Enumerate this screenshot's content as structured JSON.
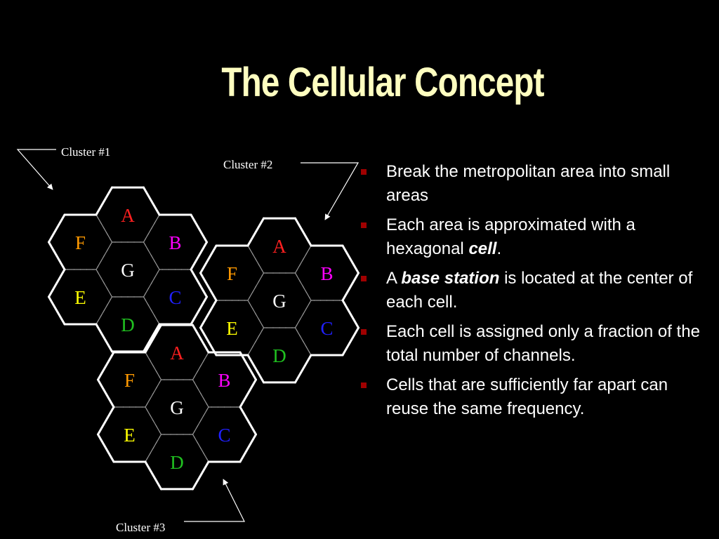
{
  "slide": {
    "title": "The Cellular Concept",
    "colors": {
      "background": "#000000",
      "title": "#ffffc0",
      "hex_edge": "#ffffff",
      "bullet_marker": "#a00000",
      "letter_A": "#ff2020",
      "letter_B": "#ff00ff",
      "letter_C": "#2020ff",
      "letter_D": "#20c020",
      "letter_E": "#ffff00",
      "letter_F": "#ff9900",
      "letter_G": "#ffffff"
    }
  },
  "diagram": {
    "cluster_labels": [
      "Cluster #1",
      "Cluster #2",
      "Cluster #3"
    ],
    "cell_letters": [
      "A",
      "B",
      "C",
      "D",
      "E",
      "F",
      "G"
    ]
  },
  "bullets": [
    {
      "parts": [
        {
          "text": "Break the metropolitan area into small areas"
        }
      ]
    },
    {
      "parts": [
        {
          "text": "Each area is approximated with a hexagonal "
        },
        {
          "text": "cell",
          "style": "bi"
        },
        {
          "text": "."
        }
      ]
    },
    {
      "parts": [
        {
          "text": "A "
        },
        {
          "text": "base station",
          "style": "bi"
        },
        {
          "text": " is located at the center of each cell."
        }
      ]
    },
    {
      "parts": [
        {
          "text": "Each cell is assigned only a fraction of the total number of channels."
        }
      ]
    },
    {
      "parts": [
        {
          "text": "Cells that are sufficiently far apart can reuse the same frequency."
        }
      ]
    }
  ]
}
